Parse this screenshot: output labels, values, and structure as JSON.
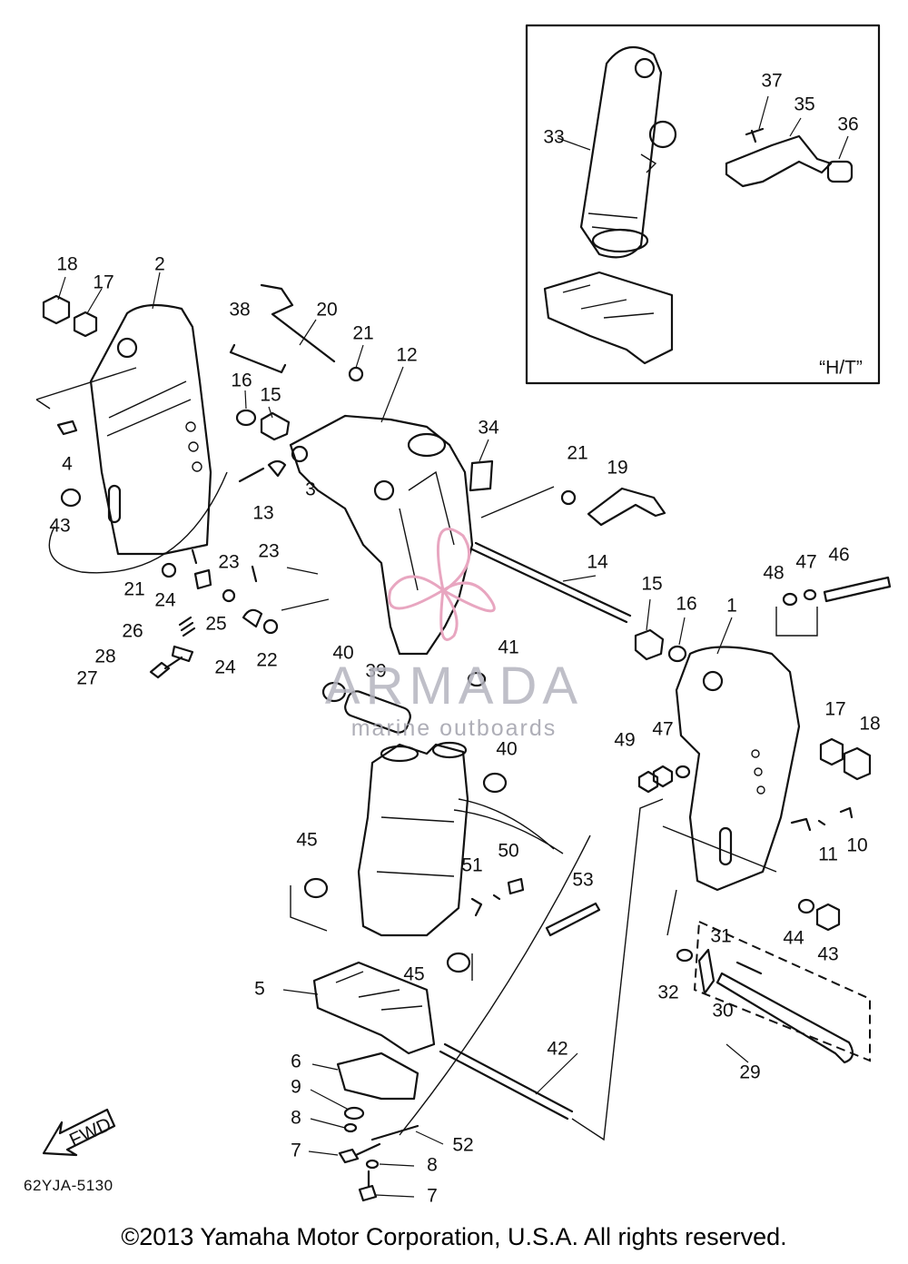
{
  "diagram": {
    "code": "62YJA-5130",
    "copyright": "©2013 Yamaha Motor Corporation, U.S.A. All rights reserved.",
    "inset_label": "“H/T”",
    "fwd_label": "FWD",
    "watermark": {
      "title": "ARMADA",
      "subtitle": "marine outboards",
      "accent_color": "#e8a6c0"
    },
    "callouts": [
      {
        "id": "c18a",
        "text": "18"
      },
      {
        "id": "c17a",
        "text": "17"
      },
      {
        "id": "c2",
        "text": "2"
      },
      {
        "id": "c38",
        "text": "38"
      },
      {
        "id": "c20",
        "text": "20"
      },
      {
        "id": "c21a",
        "text": "21"
      },
      {
        "id": "c12",
        "text": "12"
      },
      {
        "id": "c16a",
        "text": "16"
      },
      {
        "id": "c15a",
        "text": "15"
      },
      {
        "id": "c4",
        "text": "4"
      },
      {
        "id": "c3",
        "text": "3"
      },
      {
        "id": "c13",
        "text": "13"
      },
      {
        "id": "c43a",
        "text": "43"
      },
      {
        "id": "c34",
        "text": "34"
      },
      {
        "id": "c21b",
        "text": "21"
      },
      {
        "id": "c19",
        "text": "19"
      },
      {
        "id": "c23a",
        "text": "23"
      },
      {
        "id": "c23b",
        "text": "23"
      },
      {
        "id": "c21c",
        "text": "21"
      },
      {
        "id": "c24a",
        "text": "24"
      },
      {
        "id": "c25",
        "text": "25"
      },
      {
        "id": "c26",
        "text": "26"
      },
      {
        "id": "c28",
        "text": "28"
      },
      {
        "id": "c27",
        "text": "27"
      },
      {
        "id": "c24b",
        "text": "24"
      },
      {
        "id": "c22",
        "text": "22"
      },
      {
        "id": "c14",
        "text": "14"
      },
      {
        "id": "c15b",
        "text": "15"
      },
      {
        "id": "c16b",
        "text": "16"
      },
      {
        "id": "c1",
        "text": "1"
      },
      {
        "id": "c48",
        "text": "48"
      },
      {
        "id": "c47a",
        "text": "47"
      },
      {
        "id": "c46",
        "text": "46"
      },
      {
        "id": "c40a",
        "text": "40"
      },
      {
        "id": "c39",
        "text": "39"
      },
      {
        "id": "c41",
        "text": "41"
      },
      {
        "id": "c40b",
        "text": "40"
      },
      {
        "id": "c49",
        "text": "49"
      },
      {
        "id": "c47b",
        "text": "47"
      },
      {
        "id": "c17b",
        "text": "17"
      },
      {
        "id": "c18b",
        "text": "18"
      },
      {
        "id": "c11",
        "text": "11"
      },
      {
        "id": "c10",
        "text": "10"
      },
      {
        "id": "c45a",
        "text": "45"
      },
      {
        "id": "c51",
        "text": "51"
      },
      {
        "id": "c50",
        "text": "50"
      },
      {
        "id": "c53",
        "text": "53"
      },
      {
        "id": "c44",
        "text": "44"
      },
      {
        "id": "c43b",
        "text": "43"
      },
      {
        "id": "c31",
        "text": "31"
      },
      {
        "id": "c5",
        "text": "5"
      },
      {
        "id": "c45b",
        "text": "45"
      },
      {
        "id": "c32",
        "text": "32"
      },
      {
        "id": "c30",
        "text": "30"
      },
      {
        "id": "c42",
        "text": "42"
      },
      {
        "id": "c29",
        "text": "29"
      },
      {
        "id": "c6",
        "text": "6"
      },
      {
        "id": "c9",
        "text": "9"
      },
      {
        "id": "c8a",
        "text": "8"
      },
      {
        "id": "c52",
        "text": "52"
      },
      {
        "id": "c7a",
        "text": "7"
      },
      {
        "id": "c8b",
        "text": "8"
      },
      {
        "id": "c7b",
        "text": "7"
      },
      {
        "id": "c33",
        "text": "33"
      },
      {
        "id": "c37",
        "text": "37"
      },
      {
        "id": "c35",
        "text": "35"
      },
      {
        "id": "c36",
        "text": "36"
      }
    ]
  }
}
